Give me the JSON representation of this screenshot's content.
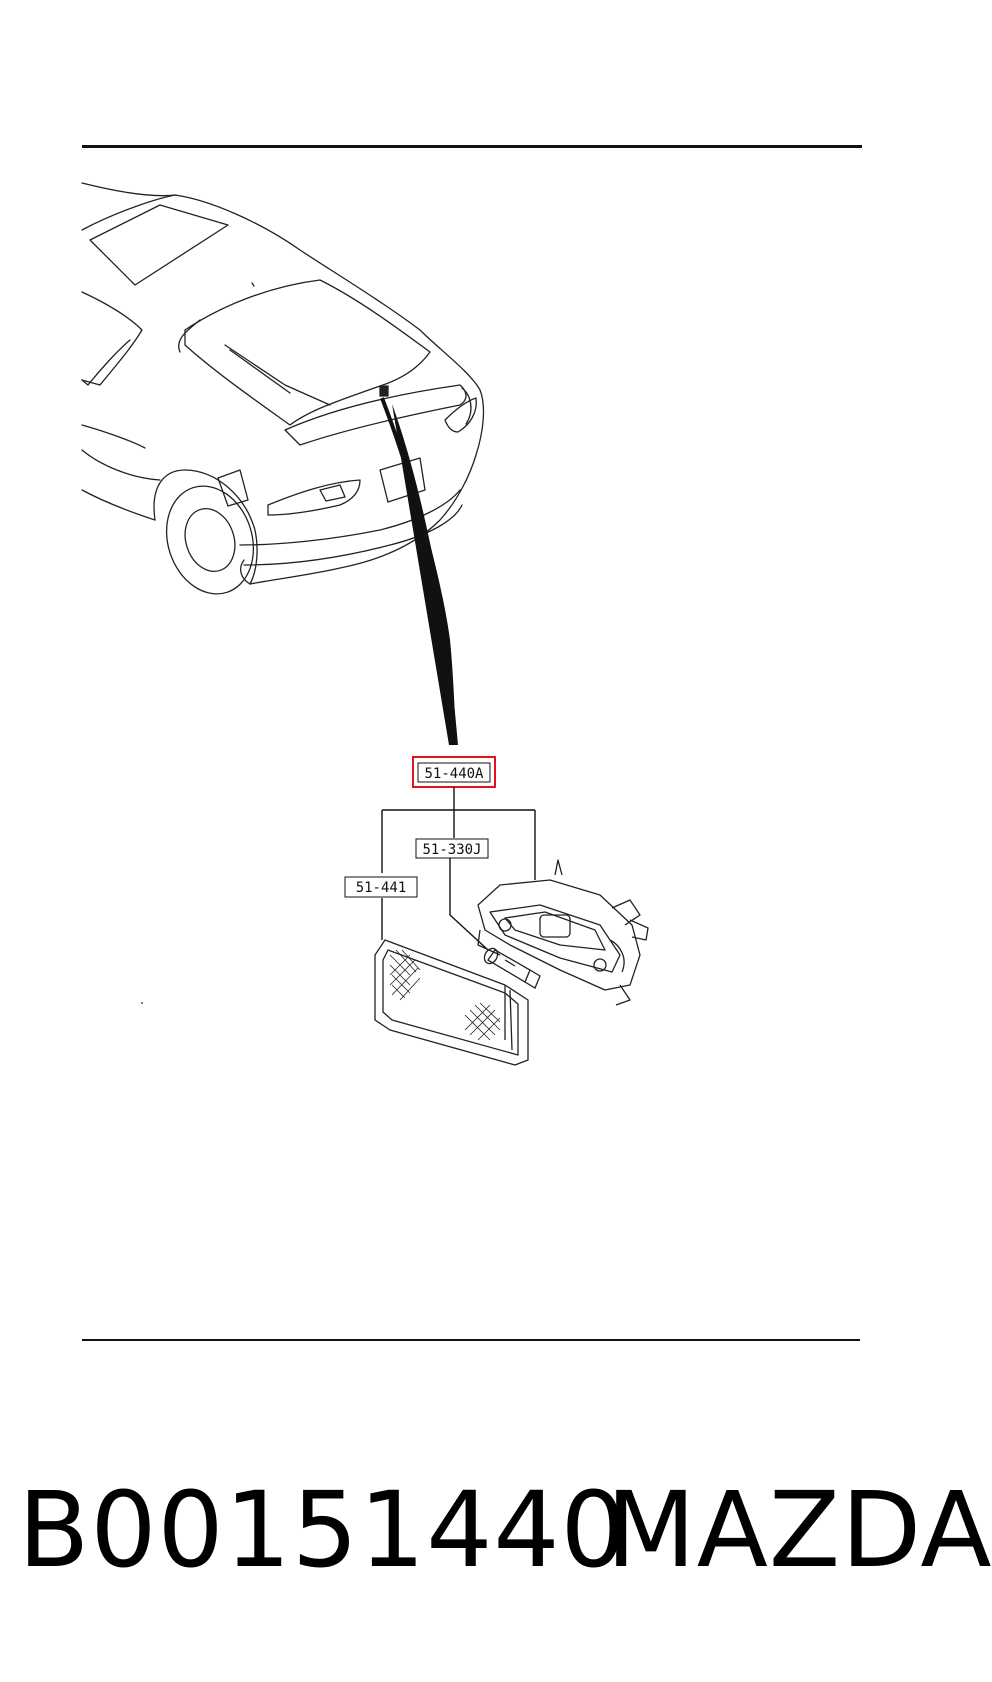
{
  "diagram": {
    "callouts": [
      {
        "id": "main",
        "label": "51-440A",
        "highlighted": true
      },
      {
        "id": "bulb",
        "label": "51-330J",
        "highlighted": false
      },
      {
        "id": "lens",
        "label": "51-441",
        "highlighted": false
      }
    ],
    "highlight_color": "#e0141e",
    "line_color": "#111111"
  },
  "footer": {
    "part_number": "B00151440",
    "brand": "MAZDA"
  }
}
